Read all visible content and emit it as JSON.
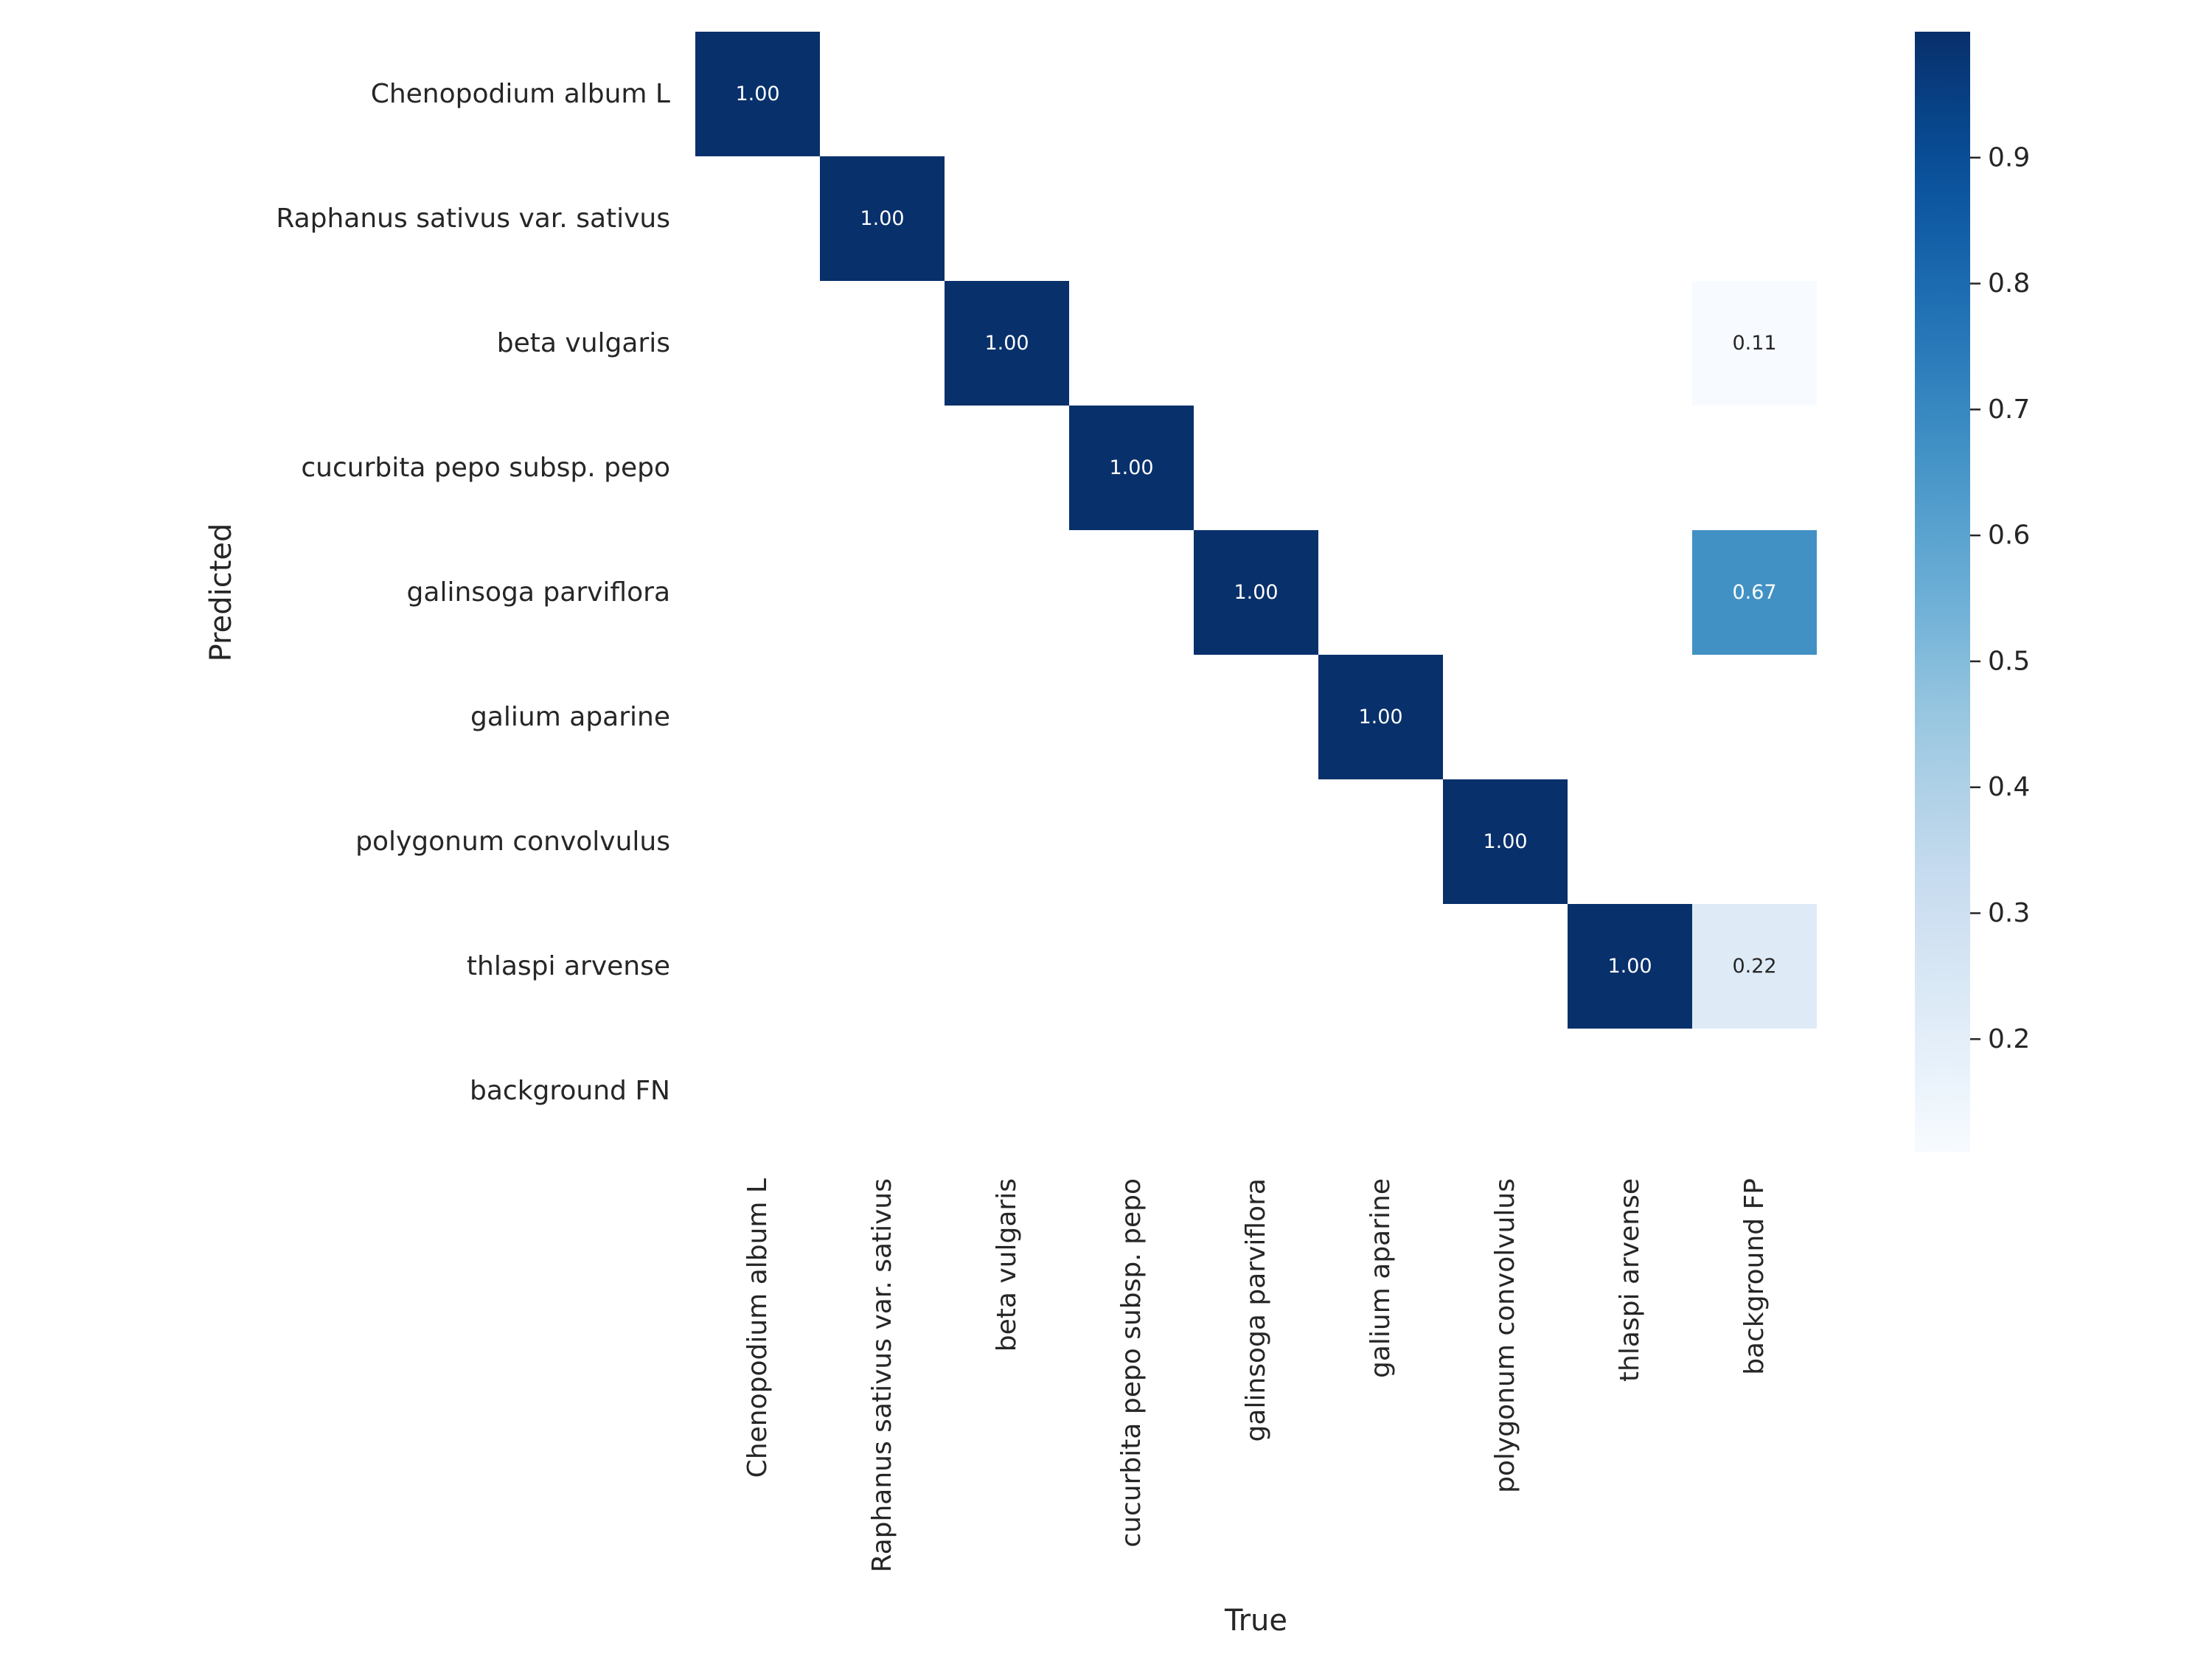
{
  "chart_data": {
    "type": "heatmap",
    "xlabel": "True",
    "ylabel": "Predicted",
    "x_categories": [
      "Chenopodium album L",
      "Raphanus sativus var. sativus",
      "beta vulgaris",
      "cucurbita pepo subsp. pepo",
      "galinsoga parviflora",
      "galium aparine",
      "polygonum convolvulus",
      "thlaspi arvense",
      "background FP"
    ],
    "y_categories": [
      "Chenopodium album L",
      "Raphanus sativus var. sativus",
      "beta vulgaris",
      "cucurbita pepo subsp. pepo",
      "galinsoga parviflora",
      "galium aparine",
      "polygonum convolvulus",
      "thlaspi arvense",
      "background FN"
    ],
    "values": [
      [
        1.0,
        null,
        null,
        null,
        null,
        null,
        null,
        null,
        null
      ],
      [
        null,
        1.0,
        null,
        null,
        null,
        null,
        null,
        null,
        null
      ],
      [
        null,
        null,
        1.0,
        null,
        null,
        null,
        null,
        null,
        0.11
      ],
      [
        null,
        null,
        null,
        1.0,
        null,
        null,
        null,
        null,
        null
      ],
      [
        null,
        null,
        null,
        null,
        1.0,
        null,
        null,
        null,
        0.67
      ],
      [
        null,
        null,
        null,
        null,
        null,
        1.0,
        null,
        null,
        null
      ],
      [
        null,
        null,
        null,
        null,
        null,
        null,
        1.0,
        null,
        null
      ],
      [
        null,
        null,
        null,
        null,
        null,
        null,
        null,
        1.0,
        0.22
      ],
      [
        null,
        null,
        null,
        null,
        null,
        null,
        null,
        null,
        null
      ]
    ],
    "value_format": "0.00",
    "colormap": "Blues",
    "colormap_range": [
      0.11,
      1.0
    ],
    "colorbar": {
      "ticks": [
        0.2,
        0.3,
        0.4,
        0.5,
        0.6,
        0.7,
        0.8,
        0.9
      ],
      "position": "right"
    },
    "colors": {
      "low": "#f7fbff",
      "high": "#08306b",
      "text": "#262626"
    }
  }
}
